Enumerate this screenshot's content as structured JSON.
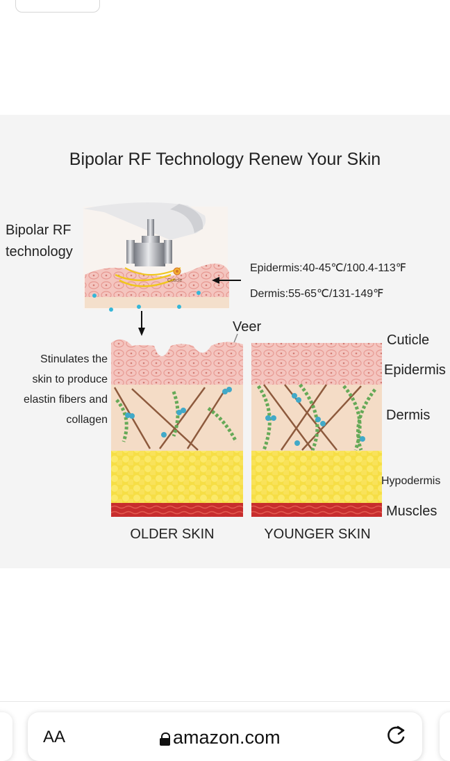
{
  "image": {
    "title": "Bipolar RF Technology Renew Your Skin",
    "device_label_line1": "Bipolar RF",
    "device_label_line2": "technology",
    "cuticle_callout": "Cuticle",
    "epidermis_temp": "Epidermis:40-45℃/100.4-113℉",
    "dermis_temp": "Dermis:55-65℃/131-149℉",
    "veer_label": "Veer",
    "stimulates_lines": [
      "Stinulates the",
      "skin to produce",
      "elastin fibers and",
      "collagen"
    ],
    "layers": [
      "Cuticle",
      "Epidermis",
      "Dermis",
      "Hypodermis",
      "Muscles"
    ],
    "older_label": "OLDER SKIN",
    "younger_label": "YOUNGER SKIN"
  },
  "browser": {
    "text_size_button": "AA",
    "url": "amazon.com",
    "reload_icon": "reload-icon",
    "lock_icon": "lock-icon"
  }
}
